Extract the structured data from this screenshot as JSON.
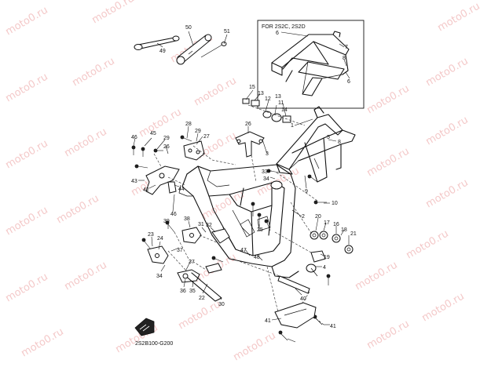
{
  "watermark": "moto0.ru",
  "inset_title": "FOR 2S2C, 2S2D",
  "diagram_code": "2S2B100-G200",
  "callouts": [
    {
      "id": "c49",
      "label": "49"
    },
    {
      "id": "c50",
      "label": "50"
    },
    {
      "id": "c51",
      "label": "51"
    },
    {
      "id": "c6a",
      "label": "6"
    },
    {
      "id": "c7a",
      "label": "7"
    },
    {
      "id": "c8a",
      "label": "8"
    },
    {
      "id": "c6b",
      "label": "6"
    },
    {
      "id": "c15",
      "label": "15"
    },
    {
      "id": "c13a",
      "label": "13"
    },
    {
      "id": "c12",
      "label": "12"
    },
    {
      "id": "c13b",
      "label": "13"
    },
    {
      "id": "c11",
      "label": "11"
    },
    {
      "id": "c14",
      "label": "14"
    },
    {
      "id": "c1",
      "label": "1"
    },
    {
      "id": "c26",
      "label": "26"
    },
    {
      "id": "c28",
      "label": "28"
    },
    {
      "id": "c29a",
      "label": "29"
    },
    {
      "id": "c27",
      "label": "27"
    },
    {
      "id": "c45",
      "label": "45"
    },
    {
      "id": "c46a",
      "label": "46"
    },
    {
      "id": "c29b",
      "label": "29"
    },
    {
      "id": "c26b",
      "label": "26"
    },
    {
      "id": "c3",
      "label": "3"
    },
    {
      "id": "c5",
      "label": "5"
    },
    {
      "id": "c8b",
      "label": "8"
    },
    {
      "id": "c9",
      "label": "9"
    },
    {
      "id": "c33",
      "label": "33"
    },
    {
      "id": "c34a",
      "label": "34"
    },
    {
      "id": "c43",
      "label": "43"
    },
    {
      "id": "c42",
      "label": "42"
    },
    {
      "id": "c44",
      "label": "44"
    },
    {
      "id": "c46b",
      "label": "46"
    },
    {
      "id": "c10",
      "label": "10"
    },
    {
      "id": "c2",
      "label": "2"
    },
    {
      "id": "c20",
      "label": "20"
    },
    {
      "id": "c17",
      "label": "17"
    },
    {
      "id": "c16",
      "label": "16"
    },
    {
      "id": "c18",
      "label": "18"
    },
    {
      "id": "c21",
      "label": "21"
    },
    {
      "id": "c39",
      "label": "39"
    },
    {
      "id": "c38",
      "label": "38"
    },
    {
      "id": "c31",
      "label": "31"
    },
    {
      "id": "c32",
      "label": "32"
    },
    {
      "id": "c25",
      "label": "25"
    },
    {
      "id": "c23",
      "label": "23"
    },
    {
      "id": "c24",
      "label": "24"
    },
    {
      "id": "c37a",
      "label": "37"
    },
    {
      "id": "c37b",
      "label": "37"
    },
    {
      "id": "c47",
      "label": "47"
    },
    {
      "id": "c48",
      "label": "48"
    },
    {
      "id": "c19",
      "label": "19"
    },
    {
      "id": "c4",
      "label": "4"
    },
    {
      "id": "c34b",
      "label": "34"
    },
    {
      "id": "c36",
      "label": "36"
    },
    {
      "id": "c35",
      "label": "35"
    },
    {
      "id": "c22",
      "label": "22"
    },
    {
      "id": "c30",
      "label": "30"
    },
    {
      "id": "c40",
      "label": "40"
    },
    {
      "id": "c41a",
      "label": "41"
    },
    {
      "id": "c41b",
      "label": "41"
    }
  ]
}
